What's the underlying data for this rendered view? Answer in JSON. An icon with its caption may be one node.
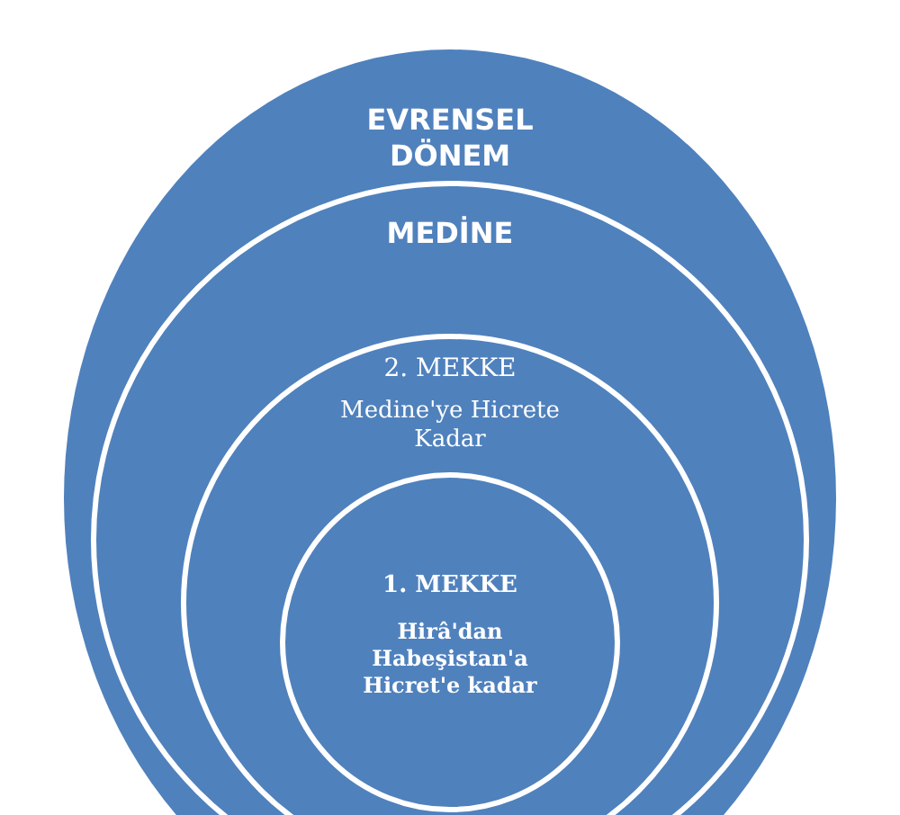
{
  "diagram": {
    "nodes": [
      {
        "text": [
          "EVRENSEL DÖNEM"
        ]
      },
      {
        "text": [
          "MEDİNE"
        ],
        "in": 0
      },
      {
        "text": [
          "2. MEKKE",
          "Medine'ye Hicrete Kadar"
        ],
        "in": 1
      },
      {
        "text": [
          "1. MEKKE",
          "Hirâ'dan Habeşistan'a Hicret'e kadar"
        ],
        "in": 2
      }
    ]
  }
}
